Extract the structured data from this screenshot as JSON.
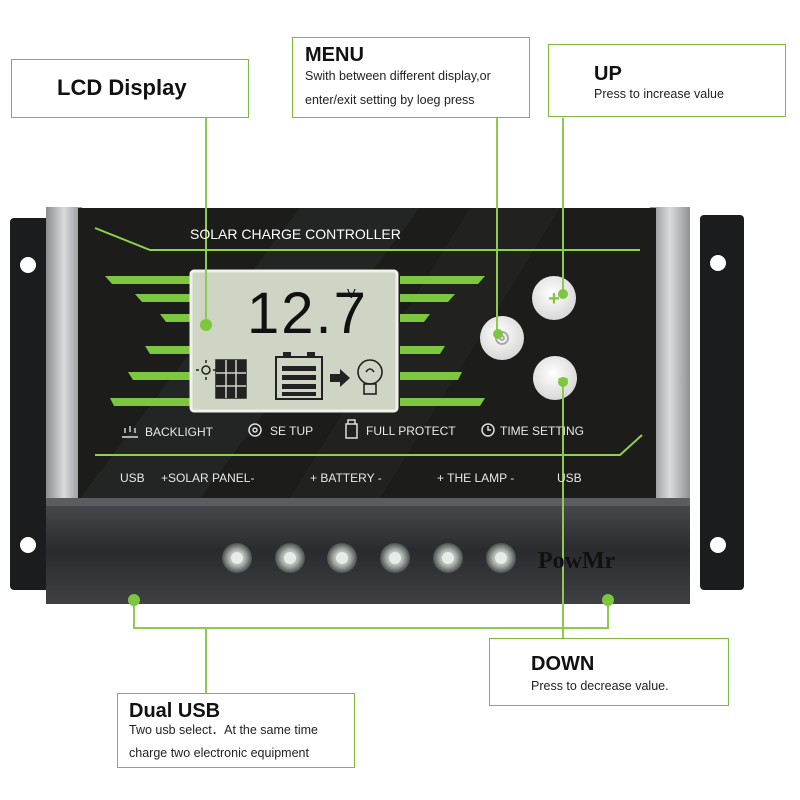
{
  "callouts": {
    "lcd": {
      "title": "LCD Display"
    },
    "menu": {
      "title": "MENU",
      "desc1": "Swith between different display,or",
      "desc2": "enter/exit setting by loeg press"
    },
    "up": {
      "title": "UP",
      "desc": "Press to increase value"
    },
    "down": {
      "title": "DOWN",
      "desc": "Press to decrease value."
    },
    "usb": {
      "title": "Dual USB",
      "desc1": "Two usb select．At the same time",
      "desc2": "charge two electronic equipment"
    }
  },
  "device": {
    "header": "SOLAR CHARGE CONTROLLER",
    "reading": "12.7",
    "unit": "V",
    "functions": [
      "BACKLIGHT",
      "SE TUP",
      "FULL PROTECT",
      "TIME SETTING"
    ],
    "ports": [
      "USB",
      "+SOLAR PANEL-",
      "+ BATTERY -",
      "+ THE LAMP -",
      "USB"
    ],
    "brand": "PowMr",
    "plus_symbol": "+",
    "minus_symbol": "−"
  },
  "colors": {
    "accent": "#7cba3c",
    "panel": "#1c1d1a",
    "lcd": "#d8ddcf"
  }
}
